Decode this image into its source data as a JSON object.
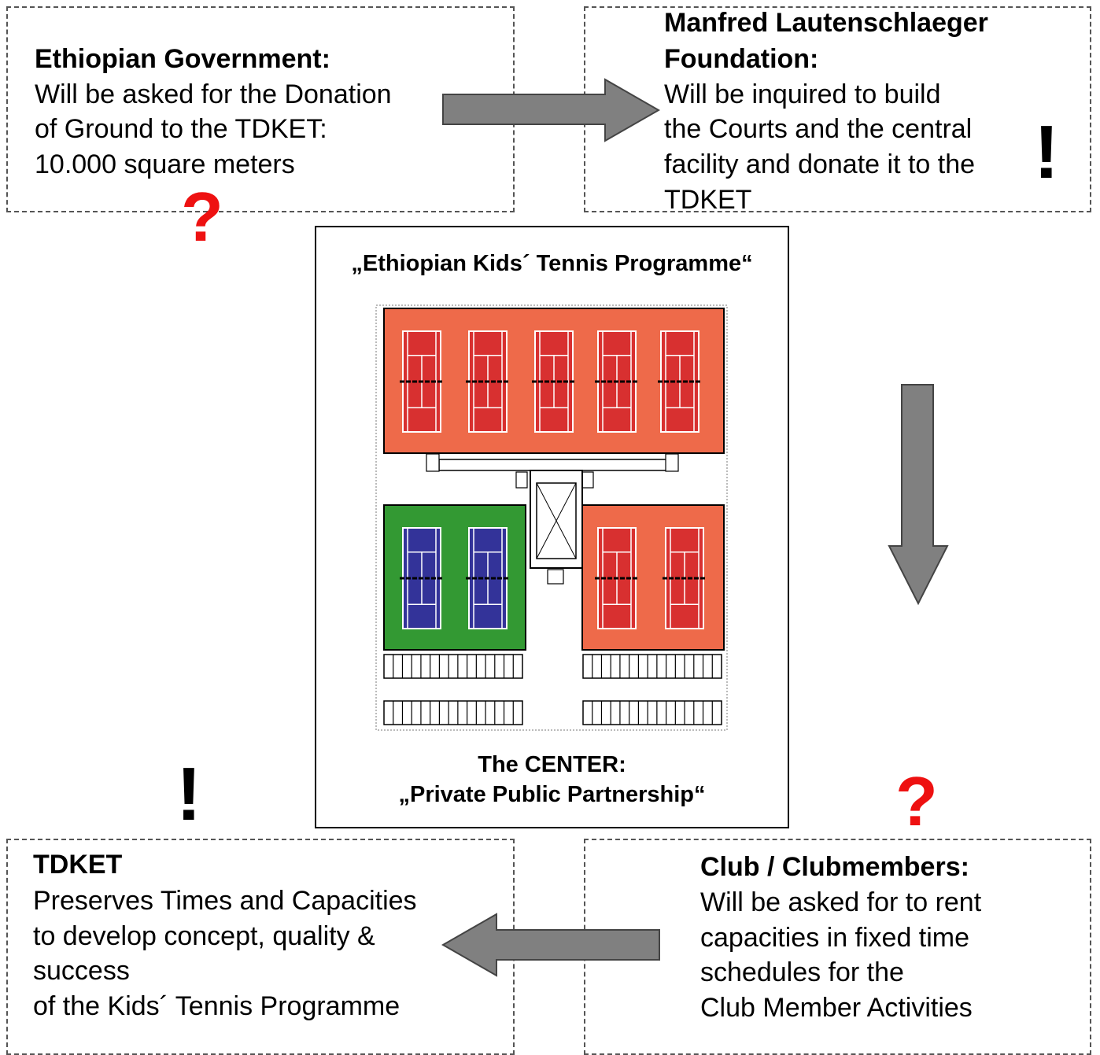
{
  "top_left": {
    "heading": "Ethiopian Government:",
    "lines": [
      "Will be asked for the Donation",
      "of Ground to the TDKET:",
      "10.000 square meters"
    ],
    "mark": "?"
  },
  "top_right": {
    "heading_lines": [
      "Manfred Lautenschlaeger",
      "Foundation:"
    ],
    "lines": [
      "Will be inquired to build",
      "the Courts and the central",
      "facility and donate it to the",
      "TDKET"
    ],
    "mark": "!"
  },
  "center": {
    "title": "„Ethiopian Kids´ Tennis Programme“",
    "caption_lines": [
      "The CENTER:",
      "„Private Public Partnership“"
    ]
  },
  "bottom_left": {
    "heading": "TDKET",
    "lines": [
      "Preserves Times and Capacities",
      "to develop concept, quality &",
      "success",
      "of the Kids´ Tennis Programme"
    ],
    "mark": "!"
  },
  "bottom_right": {
    "heading": "Club / Clubmembers:",
    "lines": [
      "Will be asked for to rent",
      "capacities in  fixed time",
      "schedules for the",
      "Club Member Activities"
    ],
    "mark": "?"
  },
  "colors": {
    "clay_surface": "#ee6a4a",
    "clay_court": "#d83030",
    "grass_surface": "#339933",
    "hard_court": "#333399",
    "arrow_fill": "#808080",
    "question_mark": "#ee1111"
  }
}
